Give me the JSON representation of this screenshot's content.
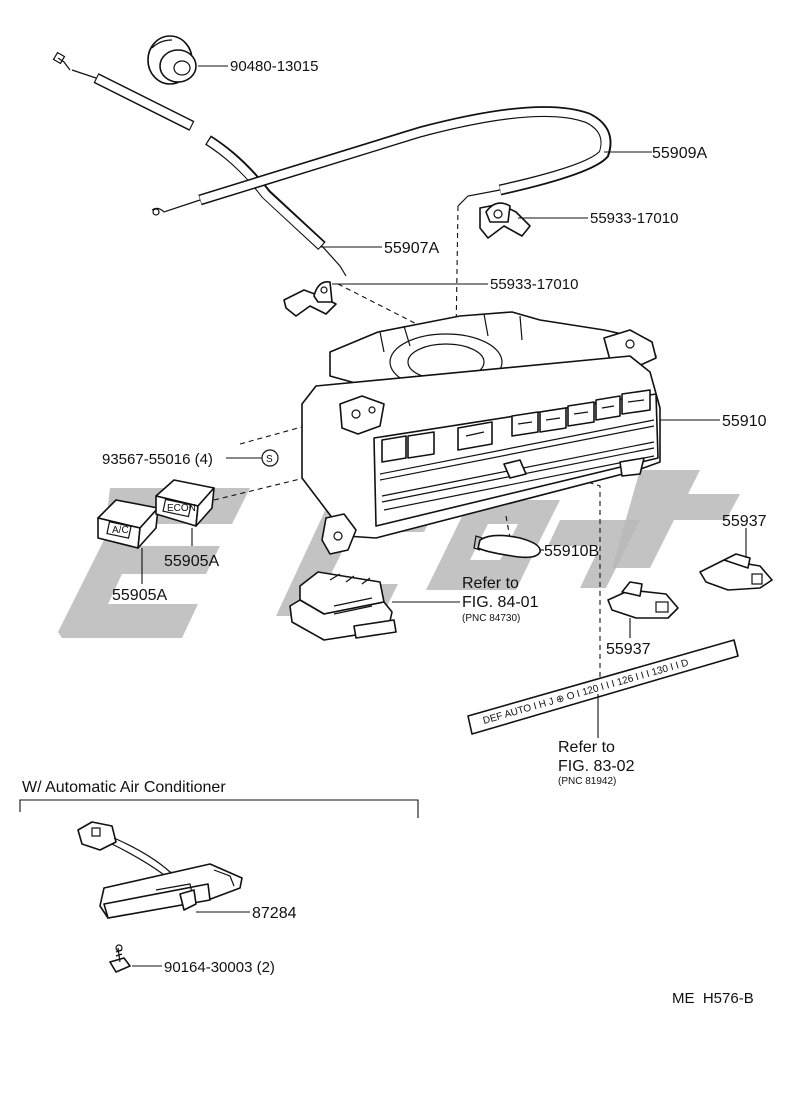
{
  "labels": {
    "grommet": "90480-13015",
    "cable_a": "55909A",
    "clamp_upper": "55933-17010",
    "cable_b": "55907A",
    "clamp_lower": "55933-17010",
    "control_assy": "55910",
    "screw": "93567-55016 (4)",
    "screw_symbol": "S",
    "switch_upper": "55905A",
    "switch_lower": "55905A",
    "bulb": "55910B",
    "knob_right": "55937",
    "knob_left": "55937",
    "sensor": "87284",
    "bolt": "90164-30003 (2)"
  },
  "refs": {
    "ref1_line1": "Refer to",
    "ref1_line2": "FIG. 84-01",
    "ref1_line3": "(PNC 84730)",
    "ref2_line1": "Refer to",
    "ref2_line2": "FIG. 83-02",
    "ref2_line3": "(PNC 81942)"
  },
  "section_title": "W/ Automatic Air Conditioner",
  "watermark": "ecat",
  "footer": "ME  H576-B",
  "panel_text": {
    "switch_a": "A/C",
    "switch_b": "ECON",
    "scale": "DEF AUTO  I   H   J   ⊕  O  I 120  I  I  I 126  I  I  I 130  I  I  D"
  }
}
